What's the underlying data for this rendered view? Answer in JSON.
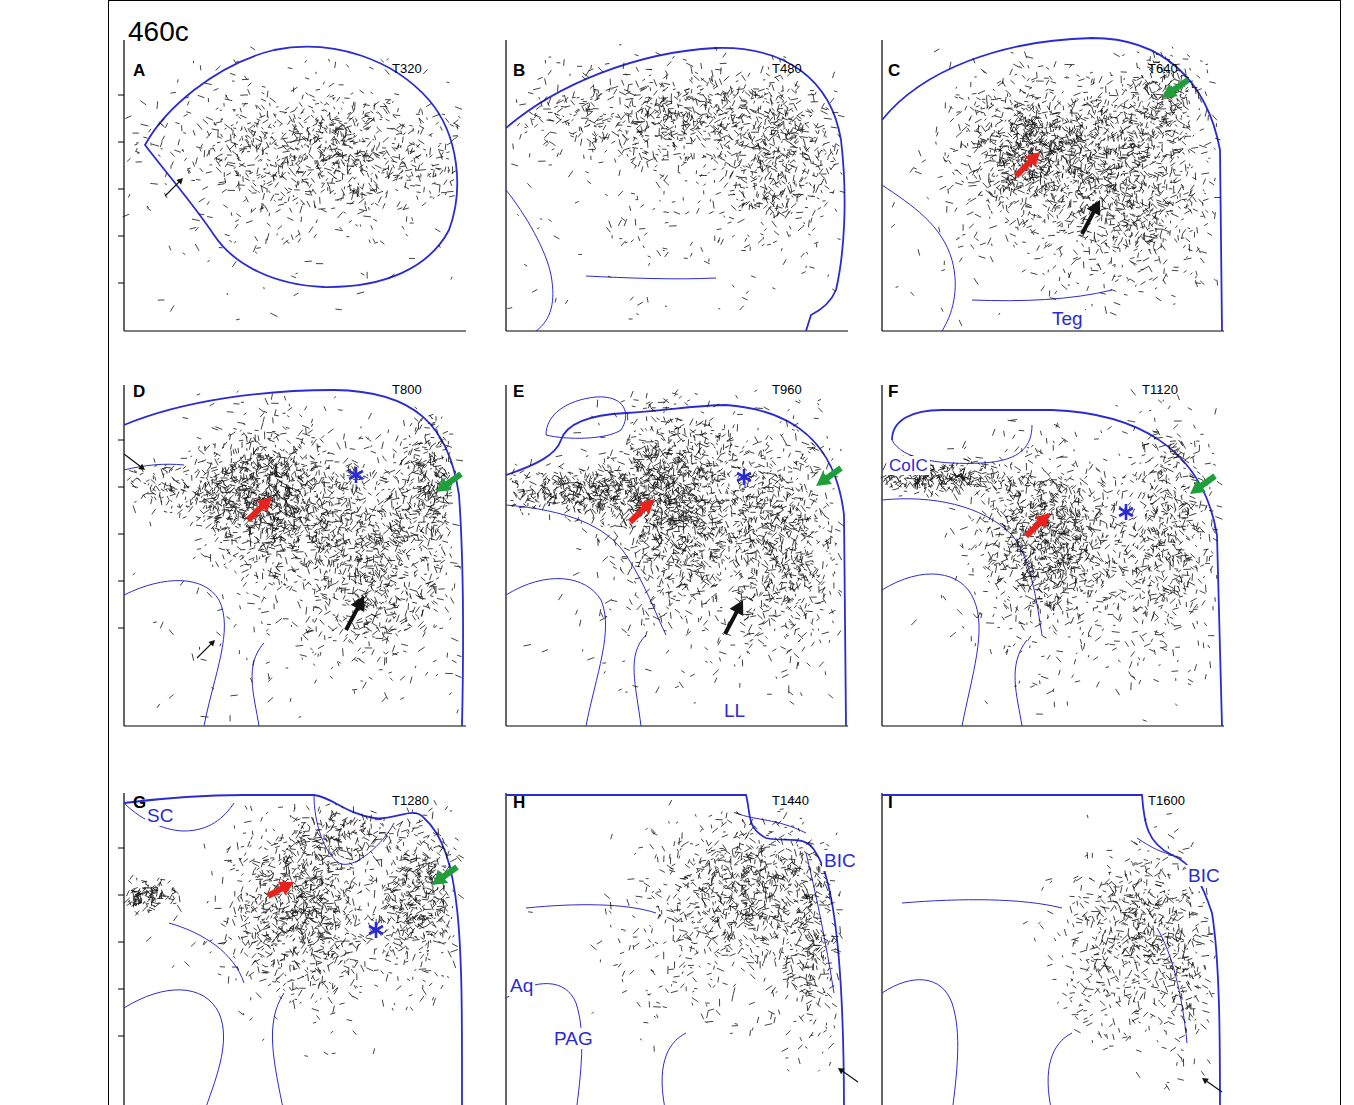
{
  "diagram": {
    "labels": [
      "460c",
      "A",
      "T320",
      "B",
      "T480",
      "C",
      "T640",
      "Teg",
      "D",
      "T800",
      "E",
      "T960",
      "LL",
      "F",
      "T1120",
      "CoIC",
      "G",
      "T1280",
      "SC",
      "H",
      "T1440",
      "BIC",
      "Aq",
      "PAG",
      "I",
      "T1600",
      "BIC"
    ]
  }
}
